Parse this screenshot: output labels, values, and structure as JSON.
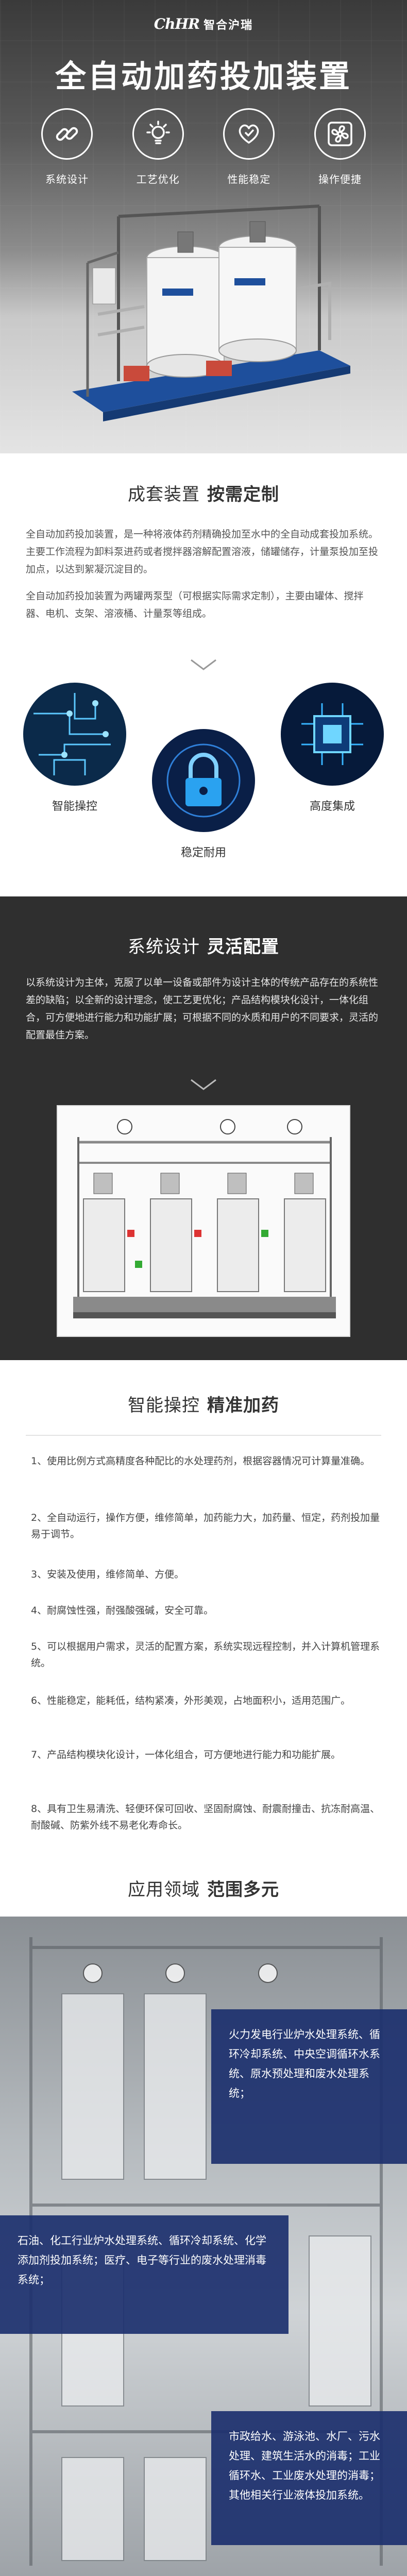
{
  "brand": {
    "mark": "ChHR",
    "name": "智合沪瑞"
  },
  "hero": {
    "title": "全自动加药投加装置",
    "icons": [
      {
        "label": "系统设计",
        "icon": "link-icon"
      },
      {
        "label": "工艺优化",
        "icon": "lightbulb-icon"
      },
      {
        "label": "性能稳定",
        "icon": "heart-shield-icon"
      },
      {
        "label": "操作便捷",
        "icon": "fan-icon"
      }
    ]
  },
  "section_customize": {
    "title_light": "成套装置",
    "title_strong": "按需定制",
    "paragraphs": [
      "全自动加药投加装置，是一种将液体药剂精确投加至水中的全自动成套投加系统。主要工作流程为卸料泵进药或者搅拌器溶解配置溶液，储罐储存，计量泵投加至投加点，以达到絮凝沉淀目的。",
      "全自动加药投加装置为两罐两泵型（可根据实际需求定制），主要由罐体、搅拌器、电机、支架、溶液桶、计量泵等组成。"
    ],
    "features": [
      {
        "label": "智能操控",
        "icon": "circuit-board-icon"
      },
      {
        "label": "稳定耐用",
        "icon": "padlock-icon"
      },
      {
        "label": "高度集成",
        "icon": "chip-icon"
      }
    ]
  },
  "section_design": {
    "title_light": "系统设计",
    "title_strong": "灵活配置",
    "paragraph": "以系统设计为主体，克服了以单一设备或部件为设计主体的传统产品存在的系统性差的缺陷；以全新的设计理念，使工艺更优化；产品结构模块化设计，一体化组合，可方便地进行能力和功能扩展；可根据不同的水质和用户的不同要求，灵活的配置最佳方案。"
  },
  "section_control": {
    "title_light": "智能操控",
    "title_strong": "精准加药",
    "items": [
      "1、使用比例方式高精度各种配比的水处理药剂，根据容器情况可计算量准确。",
      "2、全自动运行，操作方便，维修简单，加药能力大，加药量、恒定，药剂投加量易于调节。",
      "3、安装及使用，维修简单、方便。",
      "4、耐腐蚀性强，耐强酸强碱，安全可靠。",
      "5、可以根据用户需求，灵活的配置方案，系统实现远程控制，并入计算机管理系统。",
      "6、性能稳定，能耗低，结构紧凑，外形美观，占地面积小，适用范围广。",
      "7、产品结构模块化设计，一体化组合，可方便地进行能力和功能扩展。",
      "8、具有卫生易清洗、轻便环保可回收、坚固耐腐蚀、耐震耐撞击、抗冻耐高温、耐酸碱、防紫外线不易老化寿命长。"
    ]
  },
  "section_apply": {
    "title_light": "应用领域",
    "title_strong": "范围多元",
    "panels": [
      "火力发电行业炉水处理系统、循环冷却系统、中央空调循环水系统、原水预处理和废水处理系统；",
      "石油、化工行业炉水处理系统、循环冷却系统、化学添加剂投加系统；医疗、电子等行业的废水处理消毒系统；",
      "市政给水、游泳池、水厂、污水处理、建筑生活水的消毒；工业循环水、工业废水处理的消毒；其他相关行业液体投加系统。"
    ]
  },
  "colors": {
    "panel": "#1c306e",
    "dark_bg": "#2f2f2f",
    "white": "#ffffff"
  }
}
